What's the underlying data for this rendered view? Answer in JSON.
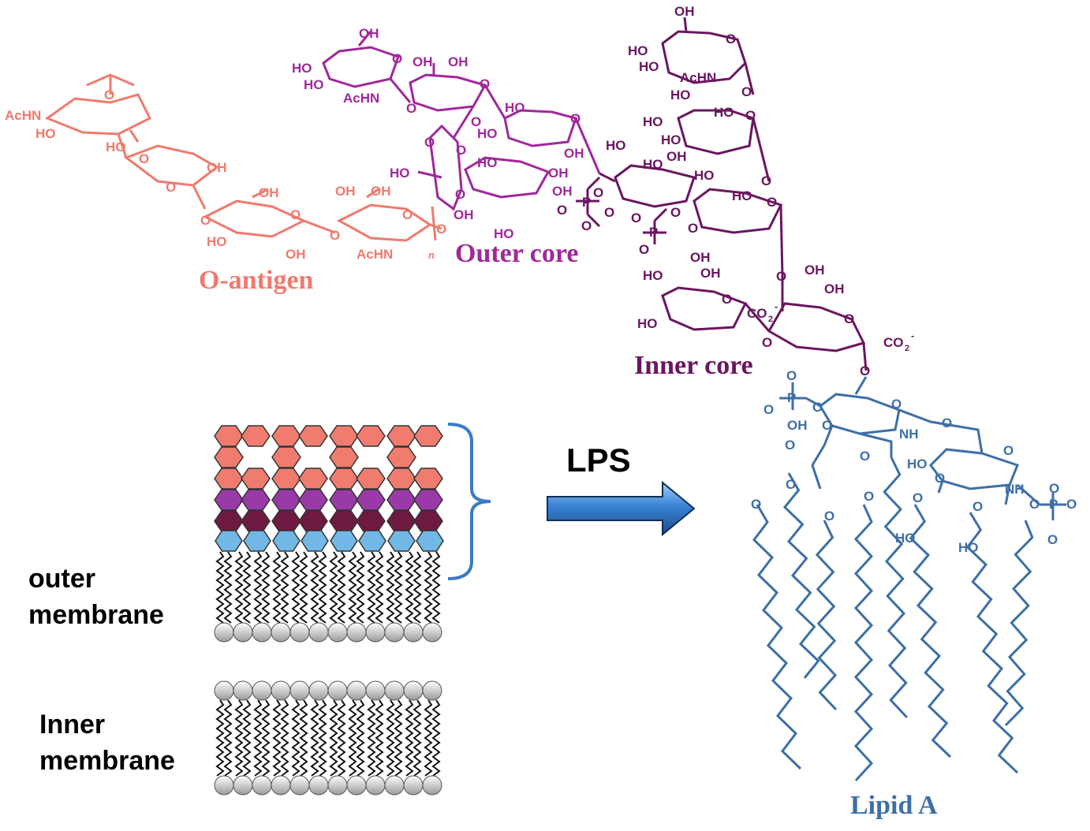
{
  "labels": {
    "o_antigen": "O-antigen",
    "outer_core": "Outer core",
    "inner_core": "Inner core",
    "lipid_a": "Lipid A",
    "lps": "LPS",
    "outer_membrane_line1": "outer",
    "outer_membrane_line2": "membrane",
    "inner_membrane_line1": "Inner",
    "inner_membrane_line2": "membrane"
  },
  "chem_text": {
    "achn": "AcHN",
    "ho": "HO",
    "oh": "OH",
    "o": "O",
    "p": "P",
    "nh": "NH",
    "co2": "CO",
    "co2_sub": "2",
    "minus": "-",
    "o_minus": "O",
    "n_sub": "n"
  },
  "colors": {
    "o_antigen": "#f07a6e",
    "outer_core": "#a0289a",
    "inner_core": "#6a1660",
    "lipid_a": "#3d6fa6",
    "arrow": "#3a82d4",
    "bracket": "#3a7bc4",
    "hex_salmon": "#ef7c6e",
    "hex_purple": "#9a3aa8",
    "hex_maroon": "#6e1a40",
    "hex_blue": "#72b8e6"
  }
}
